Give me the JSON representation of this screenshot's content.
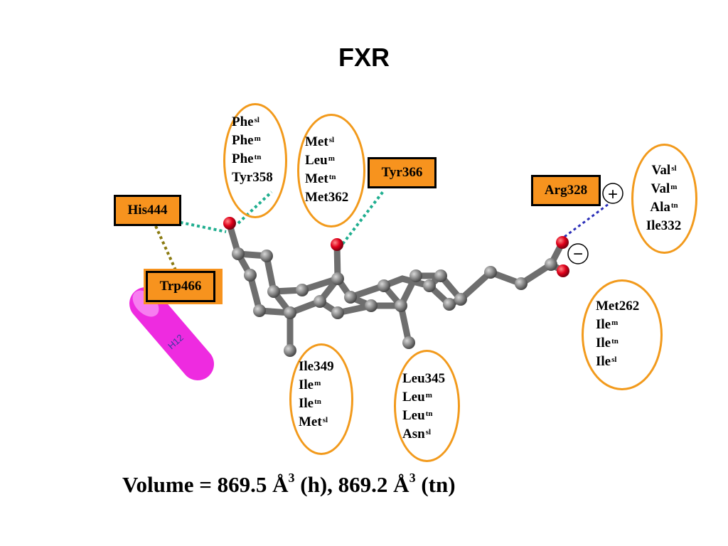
{
  "title": "FXR",
  "boxes": {
    "his444": "His444",
    "trp466": "Trp466",
    "tyr366": "Tyr366",
    "arg328": "Arg328"
  },
  "helix_label": "H12",
  "ovals": {
    "phe_group": [
      {
        "base": "Phe",
        "sup": "sl"
      },
      {
        "base": "Phe",
        "sup": "m"
      },
      {
        "base": "Phe",
        "sup": "tn"
      },
      {
        "base": "Tyr358",
        "sup": ""
      }
    ],
    "met_group": [
      {
        "base": "Met",
        "sup": "sl"
      },
      {
        "base": "Leu",
        "sup": "m"
      },
      {
        "base": "Met",
        "sup": "tn"
      },
      {
        "base": "Met362",
        "sup": ""
      }
    ],
    "val_group": [
      {
        "base": "Val",
        "sup": "sl"
      },
      {
        "base": "Val",
        "sup": "m"
      },
      {
        "base": "Ala",
        "sup": "tn"
      },
      {
        "base": "Ile332",
        "sup": ""
      }
    ],
    "met262_group": [
      {
        "base": "Met262",
        "sup": ""
      },
      {
        "base": "Ile",
        "sup": "m"
      },
      {
        "base": "Ile",
        "sup": "tn"
      },
      {
        "base": "Ile",
        "sup": "sl"
      }
    ],
    "ile349_group": [
      {
        "base": "Ile349",
        "sup": ""
      },
      {
        "base": "Ile",
        "sup": "m"
      },
      {
        "base": "Ile",
        "sup": "tn"
      },
      {
        "base": "Met",
        "sup": "sl"
      }
    ],
    "leu345_group": [
      {
        "base": "Leu345",
        "sup": ""
      },
      {
        "base": "Leu",
        "sup": "m"
      },
      {
        "base": "Leu",
        "sup": "tn"
      },
      {
        "base": "Asn",
        "sup": "sl"
      }
    ]
  },
  "charges": {
    "positive": "+",
    "negative": "−"
  },
  "volume": {
    "prefix": "Volume = 869.5 Å",
    "exp1": "3",
    "middle": " (h), 869.2 Å",
    "exp2": "3",
    "suffix": " (tn)"
  },
  "colors": {
    "oval_border": "#f29a1c",
    "box_fill": "#f7931e",
    "helix": "#ee2be0",
    "atom_carbon": "#8a8a8a",
    "atom_oxygen": "#e0001a",
    "hbond_teal": "#1fae8f",
    "hbond_olive": "#8a7a10",
    "salt_bridge_blue": "#2b2fb8"
  }
}
